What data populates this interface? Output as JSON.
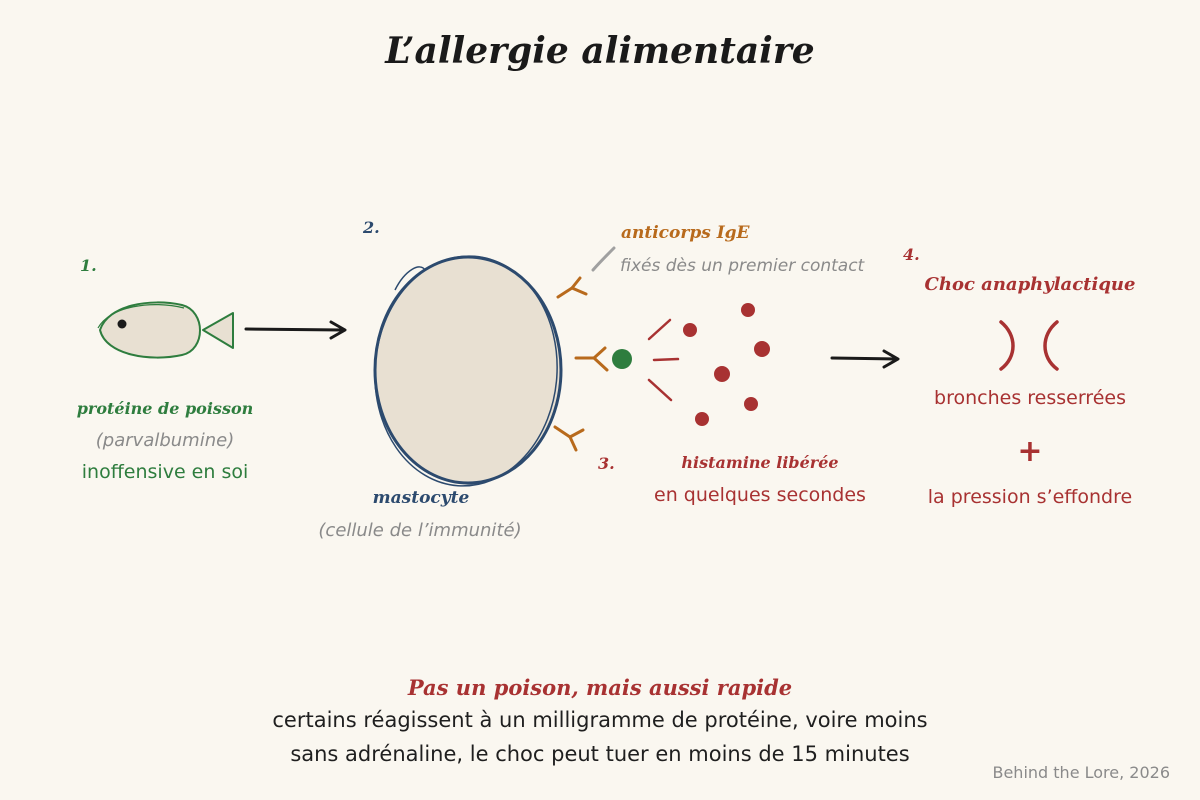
{
  "title": "L’allergie alimentaire",
  "steps": {
    "s1": {
      "number": "1.",
      "label": "protéine de poisson",
      "sublabel": "(parvalbumine)",
      "note": "inoffensive en soi"
    },
    "s2": {
      "number": "2.",
      "label": "mastocyte",
      "sublabel": "(cellule de l’immunité)"
    },
    "antibodies": {
      "label": "anticorps IgE",
      "note": "fixés dès un premier contact"
    },
    "s3": {
      "number": "3.",
      "label": "histamine libérée",
      "note": "en quelques secondes"
    },
    "s4": {
      "number": "4.",
      "label": "Choc anaphylactique",
      "line1": "bronches resserrées",
      "plus": "+",
      "line2": "la pression s’effondre"
    }
  },
  "conclusion": {
    "headline": "Pas un poison, mais aussi rapide",
    "line1": "certains réagissent à un milligramme de protéine, voire moins",
    "line2": "sans adrénaline, le choc peut tuer en moins de 15 minutes"
  },
  "credit": "Behind the Lore, 2026",
  "colors": {
    "background": "#faf7f0",
    "fish": "#2e7d3e",
    "mastocyte": "#2c4a6e",
    "antibody": "#b86a1c",
    "histamine": "#a83232",
    "cell_fill": "#e8e0d2"
  },
  "icons": [
    "fish-icon",
    "mastocyte-cell",
    "antibody-icon",
    "histamine-granule",
    "bronchi-icon",
    "arrow-icon"
  ]
}
